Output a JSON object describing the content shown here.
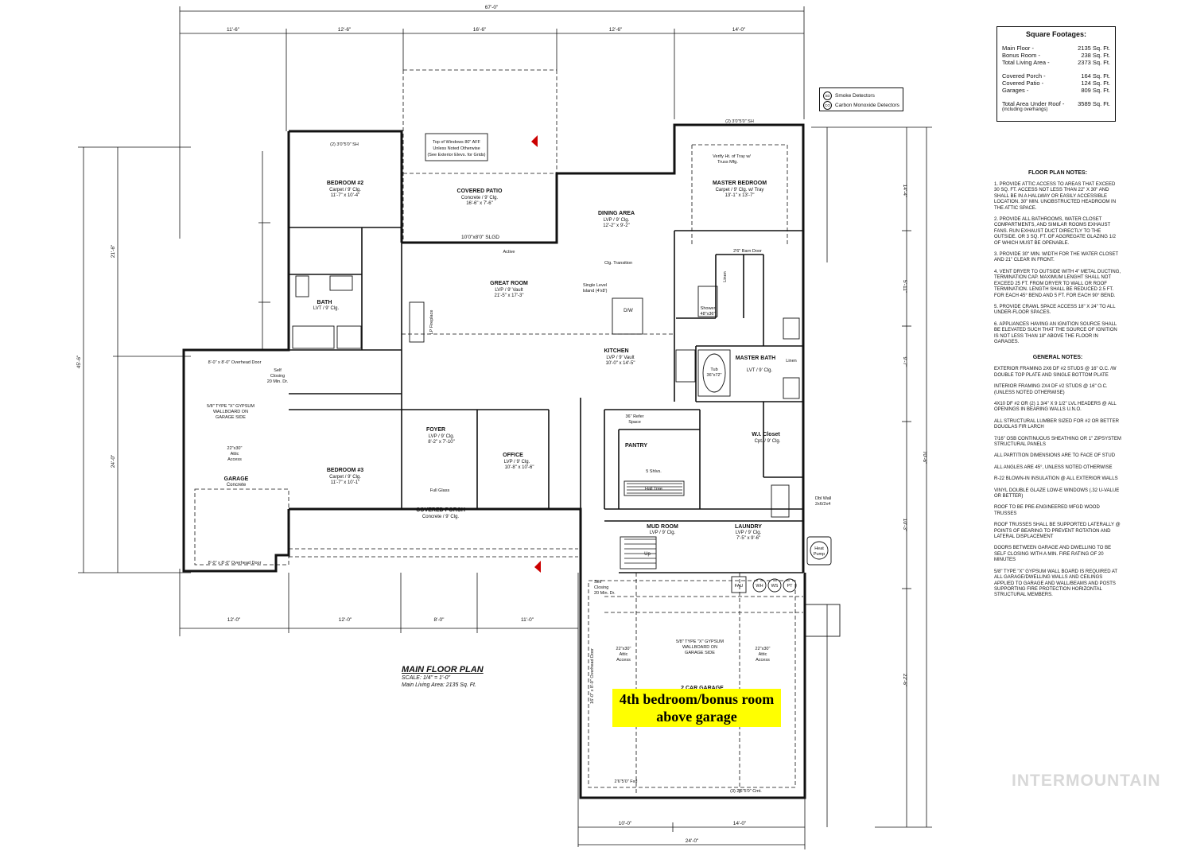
{
  "square_footages": {
    "title": "Square Footages:",
    "rows": [
      {
        "label": "Main Floor -",
        "value": "2135 Sq. Ft."
      },
      {
        "label": "Bonus Room -",
        "value": "238 Sq. Ft."
      },
      {
        "label": "Total Living Area -",
        "value": "2373 Sq. Ft."
      },
      {
        "label": "Covered Porch -",
        "value": "164 Sq. Ft."
      },
      {
        "label": "Covered Patio -",
        "value": "124 Sq. Ft."
      },
      {
        "label": "Garages -",
        "value": "809 Sq. Ft."
      },
      {
        "label": "Total Area Under Roof -",
        "value": "3589 Sq. Ft."
      }
    ],
    "footnote": "(including overhangs)"
  },
  "legend": [
    {
      "symbol": "SD",
      "label": "Smoke Detectors"
    },
    {
      "symbol": "CO",
      "label": "Carbon Monoxide Detectors"
    }
  ],
  "floor_plan_notes": {
    "title": "FLOOR PLAN NOTES:",
    "items": [
      "1. Provide attic access to areas that exceed 30 sq. ft. access not less than 22\" x 30\" and shall be in a hallway or easily accessible location. 30\" min. unobstructed headroom in the attic space.",
      "2. Provide all bathrooms, water closet compartments, and similar rooms exhaust fans. Run exhaust duct directly to the outside. Or 3 sq. ft. of aggregate glazing 1/2 of which must be openable.",
      "3. Provide 30\" min. width for the water closet and 21\" clear in front.",
      "4. Vent dryer to outside with 4\" metal ducting, termination cap. Maximum lenght shall not exceed 25 ft. from dryer to wall or roof termination. Length shall be reduced 2.5 ft. for each 45° bend and 5 ft. for each 90° bend.",
      "5. Provide crawl space access 18\" x 24\" to all under-floor spaces.",
      "6. Appliances having an ignition source shall be elevated such that the source of ignition is not less than 18\" above the floor in garages."
    ]
  },
  "general_notes": {
    "title": "GENERAL NOTES:",
    "items": [
      "Exterior framing 2x6 DF #2 studs @ 16\" O.C. /w double top plate and single bottom plate",
      "Interior framing 2x4 DF #2 studs @ 16\" O.C. (unless noted otherwise)",
      "4x10 DF #2 or (2) 1 3/4\" x 9 1/2\" LVL headers @ all openings in bearing walls U.N.O.",
      "All structural lumber sized for #2 or better Douglas Fir Larch",
      "7/16\" OSB continuous sheathing or 1\" Zipsystem structural panels",
      "All partition dimensions are to face of stud",
      "All angles are 45°, unless noted otherwise",
      "R-22 blown-in insulation @ all exterior walls",
      "Vinyl double glaze low-e windows (.32 U-value or better)",
      "Roof to be pre-engineered MFGD wood trusses",
      "Roof trusses shall be supported laterally @ points of bearing to prevent rotation and lateral displacement",
      "Doors between garage and dwelling to be self closing with a min. fire rating of 20 minutes",
      "5/8\" type \"X\" gypsum wall board is required at all garage/dwelling walls and ceilings applied to garage and wall/beams and posts supporting fire protection horizontal structural members."
    ]
  },
  "plan_title": {
    "title": "MAIN FLOOR PLAN",
    "scale": "SCALE: 1/4\" = 1'-0\"",
    "living_area": "Main Living Area: 2135 Sq. Ft."
  },
  "callout": {
    "line1": "4th bedroom/bonus room",
    "line2": "above garage"
  },
  "watermark": "INTERMOUNTAIN",
  "dimensions": {
    "overall_width": "67'-0\"",
    "top_segments": [
      "11'-6\"",
      "12'-6\"",
      "16'-6\"",
      "12'-6\"",
      "14'-0\""
    ],
    "bottom_segments": [
      "12'-0\"",
      "12'-0\"",
      "8'-0\"",
      "11'-0\""
    ],
    "garage_bottom": [
      "10'-0\"",
      "14'-0\""
    ],
    "garage_overall": "24'-0\"",
    "left_overall": "45'-6\"",
    "left_segments": [
      "21'-6\"",
      "24'-0\""
    ],
    "right_overall": "70'-6\"",
    "right_segments": [
      "14'-4\"",
      "5'-11\"",
      "9'-7\"",
      "10'-3\"",
      "22'-6\""
    ]
  },
  "rooms": [
    {
      "name": "BEDROOM #2",
      "finish": "Carpet / 9' Clg.",
      "size": "11'-7\" x 10'-4\""
    },
    {
      "name": "COVERED PATIO",
      "finish": "Concrete / 9' Clg.",
      "size": "16'-6\" x 7'-6\""
    },
    {
      "name": "DINING AREA",
      "finish": "LVP / 9' Clg.",
      "size": "12'-2\" x 9'-2\""
    },
    {
      "name": "MASTER BEDROOM",
      "finish": "Carpet / 9' Clg. w/ Tray",
      "size": "13'-1\" x 13'-7\""
    },
    {
      "name": "GREAT ROOM",
      "finish": "LVP / 9' Vault",
      "size": "21'-5\" x 17'-3\""
    },
    {
      "name": "BATH",
      "finish": "LVT / 9' Clg.",
      "size": ""
    },
    {
      "name": "KITCHEN",
      "finish": "LVP / 9' Vault",
      "size": "10'-0\" x 14'-5\""
    },
    {
      "name": "MASTER BATH",
      "finish": "LVT / 9' Clg.",
      "size": ""
    },
    {
      "name": "GARAGE",
      "finish": "Concrete",
      "size": ""
    },
    {
      "name": "BEDROOM #3",
      "finish": "Carpet / 9' Clg.",
      "size": "11'-7\" x 10'-1\""
    },
    {
      "name": "FOYER",
      "finish": "LVP / 9' Clg.",
      "size": "8'-2\" x 7'-10\""
    },
    {
      "name": "OFFICE",
      "finish": "LVP / 9' Clg.",
      "size": "10'-8\" x 10'-6\""
    },
    {
      "name": "PANTRY",
      "finish": "",
      "size": ""
    },
    {
      "name": "W.I. Closet",
      "finish": "Cpt. / 9' Clg.",
      "size": ""
    },
    {
      "name": "COVERED PORCH",
      "finish": "Concrete / 9' Clg.",
      "size": ""
    },
    {
      "name": "MUD ROOM",
      "finish": "LVP / 9' Clg.",
      "size": ""
    },
    {
      "name": "LAUNDRY",
      "finish": "LVP / 9' Clg.",
      "size": "7'-5\" x 9'-6\""
    },
    {
      "name": "2 CAR GARAGE",
      "finish": "",
      "size": ""
    }
  ],
  "labels": {
    "windows_note": [
      "Top of Windows 80\" AFF",
      "Unless Noted Otherwise",
      "(See Exterior Elevs. for Grids)"
    ],
    "slider": "10'0\"x8'0\" SLGD",
    "overhead_door_small": "8'-0\" x 8'-0\" Overhead Door",
    "overhead_door_large": "16'-0\" x 8'-0\" Overhead Door",
    "gypsum_left": [
      "5/8\" TYPE \"X\" GYPSUM",
      "WALLBOARD ON",
      "GARAGE SIDE"
    ],
    "gypsum_right": [
      "5/8\" TYPE \"X\" GYPSUM",
      "WALLBOARD ON",
      "GARAGE SIDE"
    ],
    "attic_access": [
      "22\"x30\"",
      "Attic",
      "Access"
    ],
    "self_closing": [
      "Self",
      "Closing",
      "20 Min. Dr."
    ],
    "full_glass": "Full Glass",
    "fireplace": "LP Fireplace",
    "island": [
      "Single Level",
      "Island (4'x8')"
    ],
    "tub": [
      "Tub",
      "36\"x72\""
    ],
    "shower": [
      "Shower",
      "48\"x36\""
    ],
    "linen": "Linen",
    "dbl_wall": [
      "Dbl Wall",
      "2x6/2x4"
    ],
    "heat_pump": [
      "Heat",
      "Pump"
    ],
    "utilities": [
      "FAU",
      "WH",
      "WS",
      "PT"
    ],
    "hall_tree": "Hall Tree",
    "shelves": "5 Shlvs.",
    "refer": [
      "36\" Refer",
      "Space"
    ],
    "barn_door": "2'6\" Barn Door",
    "tray_note": [
      "Verify Ht. of Tray w/",
      "Truss Mfg."
    ],
    "active": "Active",
    "clg_transition": "Clg. Transition",
    "up": "Up",
    "dw": "D/W",
    "window_sh_1": "(2) 3'0\"5'0\" SH",
    "window_sh_2": "(2) 3'0\"5'0\" SH",
    "window_sh_3": "(3) 2'6\"5'0\" Cmt.",
    "window_fxd": "2'6\"5'0\" Fxd"
  }
}
